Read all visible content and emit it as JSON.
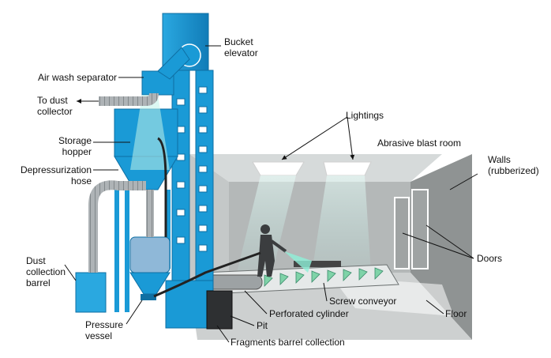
{
  "labels": {
    "bucket_elevator": "Bucket\nelevator",
    "air_wash_separator": "Air wash separator",
    "to_dust_collector": "To dust\ncollector",
    "storage_hopper": "Storage\nhopper",
    "depressurization_hose": "Depressurization\nhose",
    "dust_collection_barrel": "Dust\ncollection\nbarrel",
    "pressure_vessel": "Pressure\nvessel",
    "lightings": "Lightings",
    "abrasive_blast_room": "Abrasive blast room",
    "walls": "Walls\n(rubberized)",
    "doors": "Doors",
    "screw_conveyor": "Screw conveyor",
    "perforated_cylinder": "Perforated cylinder",
    "floor": "Floor",
    "pit": "Pit",
    "fragments_barrel_collection": "Fragments barrel collection"
  },
  "colors": {
    "equipment_blue": "#1a9ad6",
    "equipment_dark": "#0f6fa3",
    "room_wall": "#8c8c8c",
    "room_light": "#d9dcdc",
    "floor": "#c9cccc",
    "light_beam": "#bff2ea",
    "hose": "#9aa0a3",
    "leader": "#111111"
  }
}
